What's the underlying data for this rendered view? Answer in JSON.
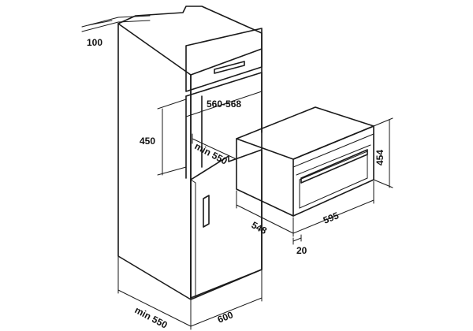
{
  "dimensions": {
    "recess_depth": "100",
    "niche_height": "450",
    "niche_width": "560-568",
    "niche_depth": "min 550",
    "oven_height": "454",
    "oven_depth": "548",
    "oven_width": "595",
    "front_offset": "20",
    "cabinet_depth": "min 550",
    "cabinet_width": "600"
  },
  "colors": {
    "line": "#1a1a1a",
    "background": "#ffffff"
  }
}
